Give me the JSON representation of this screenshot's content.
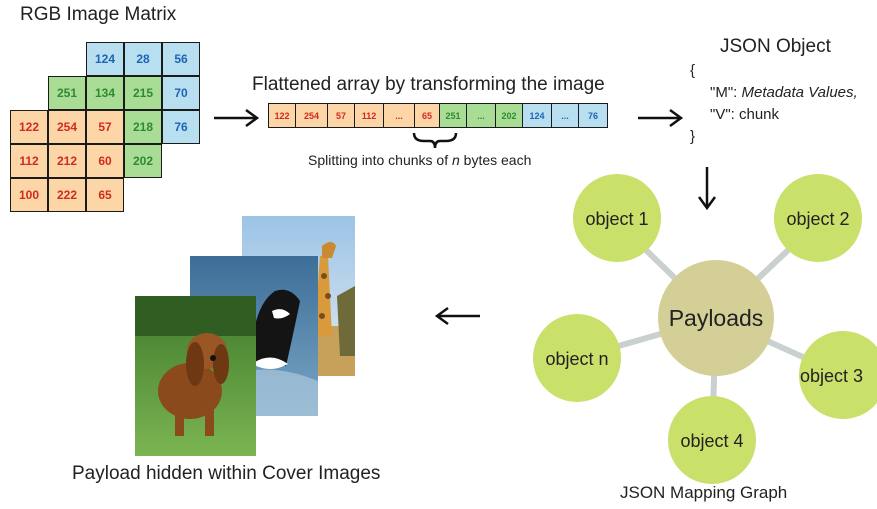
{
  "matrix": {
    "title": "RGB Image Matrix",
    "blue": [
      [
        "124",
        "28",
        "56"
      ],
      [
        "70"
      ],
      [
        "76"
      ]
    ],
    "green": [
      [
        "251",
        "134",
        "215"
      ],
      [
        "218"
      ],
      [
        "202"
      ]
    ],
    "red": [
      [
        "122",
        "254",
        "57"
      ],
      [
        "112",
        "212",
        "60"
      ],
      [
        "100",
        "222",
        "65"
      ]
    ]
  },
  "flat": {
    "title": "Flattened array by transforming the image",
    "cells": [
      {
        "v": "122",
        "c": "red"
      },
      {
        "v": "254",
        "c": "red"
      },
      {
        "v": "57",
        "c": "red"
      },
      {
        "v": "112",
        "c": "red"
      },
      {
        "v": "...",
        "c": "red"
      },
      {
        "v": "65",
        "c": "red"
      },
      {
        "v": "251",
        "c": "green"
      },
      {
        "v": "...",
        "c": "green"
      },
      {
        "v": "202",
        "c": "green"
      },
      {
        "v": "124",
        "c": "blue"
      },
      {
        "v": "...",
        "c": "blue"
      },
      {
        "v": "76",
        "c": "blue"
      }
    ],
    "caption_pre": "Splitting into chunks of ",
    "caption_n": "n",
    "caption_post": " bytes each"
  },
  "json_object": {
    "title": "JSON Object",
    "open": "{",
    "m_key": "\"M\": ",
    "m_val": "Metadata Values,",
    "v_line": "\"V\": chunk",
    "close": "}"
  },
  "graph": {
    "center": "Payloads",
    "nodes": [
      "object 1",
      "object 2",
      "object 3",
      "object 4",
      "object n"
    ],
    "caption": "JSON Mapping Graph"
  },
  "covers": {
    "caption": "Payload hidden within  Cover Images"
  },
  "colors": {
    "red_cell": "#fcd6a6",
    "green_cell": "#a9dd95",
    "blue_cell": "#b7dff0",
    "node": "#c9e06a",
    "center": "#d3cf97",
    "edge": "#c8d0d0"
  }
}
